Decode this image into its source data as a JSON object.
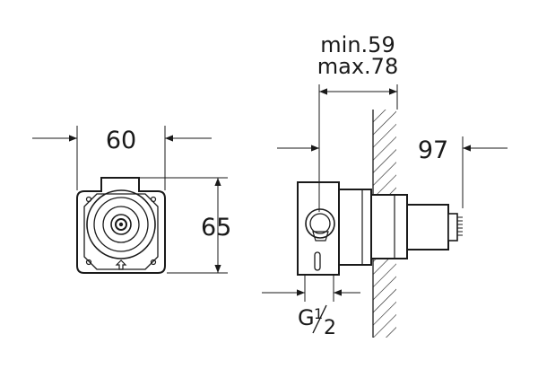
{
  "dimensions": {
    "width": "60",
    "height": "65",
    "depth": "97",
    "adjust_min": "min.59",
    "adjust_max": "max.78",
    "connection_prefix": "G",
    "connection_numerator": "1",
    "connection_denominator": "2"
  },
  "colors": {
    "line": "#1a1a1a",
    "background": "#ffffff"
  }
}
